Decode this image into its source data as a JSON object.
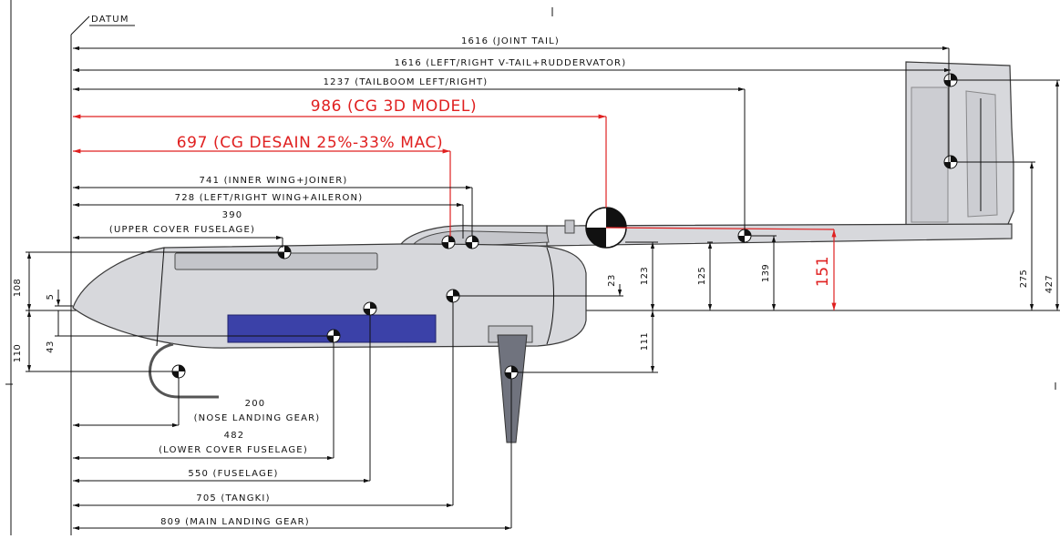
{
  "datum_label": "DATUM",
  "top_dims": {
    "joint_tail": "1616 (JOINT TAIL)",
    "vtail": "1616 (LEFT/RIGHT V-TAIL+RUDDERVATOR)",
    "tailboom": "1237 (TAILBOOM LEFT/RIGHT)",
    "cg_3d": "986 (CG 3D MODEL)",
    "cg_design": "697 (CG DESAIN 25%-33% MAC)",
    "inner_wing": "741 (INNER WING+JOINER)",
    "left_right_wing": "728 (LEFT/RIGHT WING+AILERON)",
    "upper_cover_value": "390",
    "upper_cover_label": "(UPPER COVER FUSELAGE)"
  },
  "bottom_dims": {
    "nose_gear_value": "200",
    "nose_gear_label": "(NOSE LANDING GEAR)",
    "lower_cover_value": "482",
    "lower_cover_label": "(LOWER COVER FUSELAGE)",
    "fuselage": "550 (FUSELAGE)",
    "tangki": "705 (TANGKI)",
    "main_gear": "809 (MAIN LANDING GEAR)"
  },
  "vertical_dims": {
    "h108": "108",
    "h5": "5",
    "h43": "43",
    "h110": "110",
    "h23": "23",
    "h123": "123",
    "h111": "111",
    "h125": "125",
    "h139": "139",
    "h151": "151",
    "h275": "275",
    "h427": "427"
  },
  "colors": {
    "dimension": "#111111",
    "cg_highlight": "#e02020",
    "cover": "#3b41a8",
    "airframe": "#d7d8dc"
  }
}
